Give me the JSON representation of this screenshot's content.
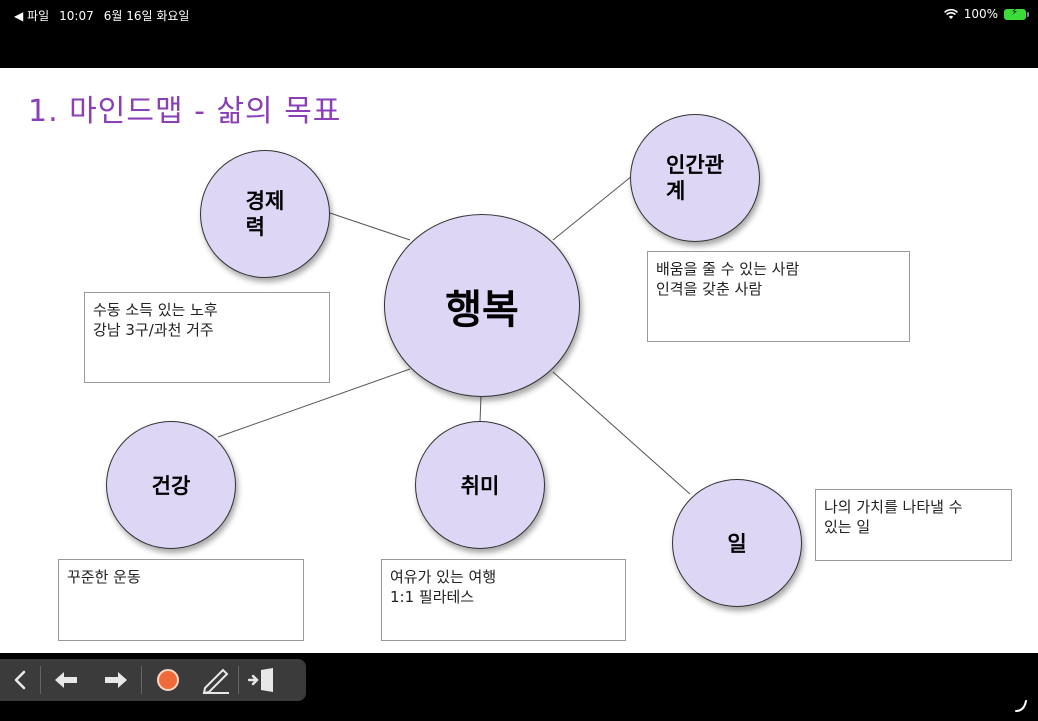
{
  "status_bar": {
    "back_app": "◀ 파일",
    "time": "10:07",
    "date": "6월 16일 화요일",
    "battery": "100%"
  },
  "slide": {
    "title": "1. 마인드맵 - 삶의 목표",
    "center": "행복",
    "nodes": [
      {
        "id": "economy",
        "lines": [
          "경제",
          "력"
        ]
      },
      {
        "id": "relationship",
        "lines": [
          "인간관",
          "계"
        ]
      },
      {
        "id": "health",
        "lines": [
          "건강"
        ]
      },
      {
        "id": "hobby",
        "lines": [
          "취미"
        ]
      },
      {
        "id": "work",
        "lines": [
          "일"
        ]
      }
    ],
    "notes": [
      {
        "id": "economy",
        "lines": [
          "수동 소득 있는 노후",
          "강남 3구/과천 거주"
        ]
      },
      {
        "id": "relationship",
        "lines": [
          "배움을 줄 수 있는 사람",
          "인격을 갖춘 사람"
        ]
      },
      {
        "id": "health",
        "lines": [
          "꾸준한 운동"
        ]
      },
      {
        "id": "hobby",
        "lines": [
          "여유가 있는 여행",
          "1:1 필라테스"
        ]
      },
      {
        "id": "work",
        "lines": [
          "나의 가치를 나타낼 수",
          "있는 일"
        ]
      }
    ]
  },
  "colors": {
    "title": "#8a3fb8",
    "node_fill": "#ddd6f5",
    "record": "#f06a3a"
  },
  "toolbar": {
    "icons": [
      "chevron-left-icon",
      "arrow-left-icon",
      "arrow-right-icon",
      "record-icon",
      "pen-icon",
      "exit-icon"
    ]
  }
}
